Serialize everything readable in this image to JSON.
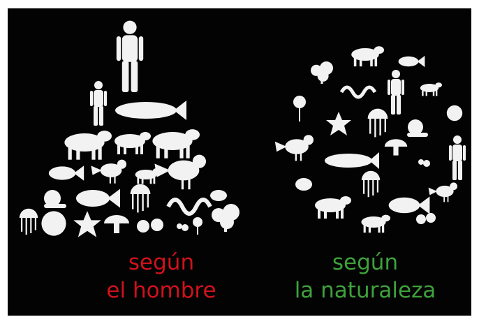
{
  "left_panel": {
    "caption_line1": "según",
    "caption_line2": "el hombre",
    "caption_color": "#d0121b"
  },
  "right_panel": {
    "caption_line1": "según",
    "caption_line2": "la naturaleza",
    "caption_color": "#3da23a"
  },
  "colors": {
    "background": "#030303",
    "silhouette": "#f2f2f2"
  }
}
